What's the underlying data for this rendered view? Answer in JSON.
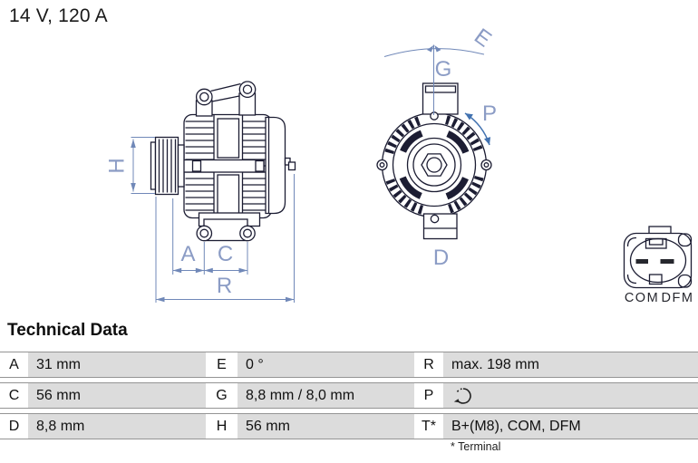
{
  "title": "14 V, 120 A",
  "diagram": {
    "side_view": {
      "dim_h": "H",
      "dim_a": "A",
      "dim_c": "C",
      "dim_r": "R"
    },
    "front_view": {
      "dim_e": "E",
      "dim_g": "G",
      "dim_p": "P",
      "dim_d": "D"
    },
    "connector": {
      "pin_com": "COM",
      "pin_dfm": "DFM"
    }
  },
  "technical_data": {
    "heading": "Technical Data",
    "rows": [
      [
        {
          "key": "A",
          "value": "31 mm"
        },
        {
          "key": "E",
          "value": "0 °"
        },
        {
          "key": "R",
          "value": "max. 198 mm"
        }
      ],
      [
        {
          "key": "C",
          "value": "56 mm"
        },
        {
          "key": "G",
          "value": "8,8 mm / 8,0 mm"
        },
        {
          "key": "P",
          "value": "",
          "icon": "rotation-clockwise-icon"
        }
      ],
      [
        {
          "key": "D",
          "value": "8,8 mm"
        },
        {
          "key": "H",
          "value": "56 mm"
        },
        {
          "key": "T*",
          "value": "B+(M8), COM, DFM"
        }
      ]
    ],
    "footnote": "* Terminal"
  },
  "colors": {
    "dimension_blue": "#7088b8",
    "drawing_dark": "#1c1d33",
    "rotation_arrow_blue": "#4272b0",
    "table_row_bg": "#dcdcdc",
    "table_border": "#949494"
  }
}
